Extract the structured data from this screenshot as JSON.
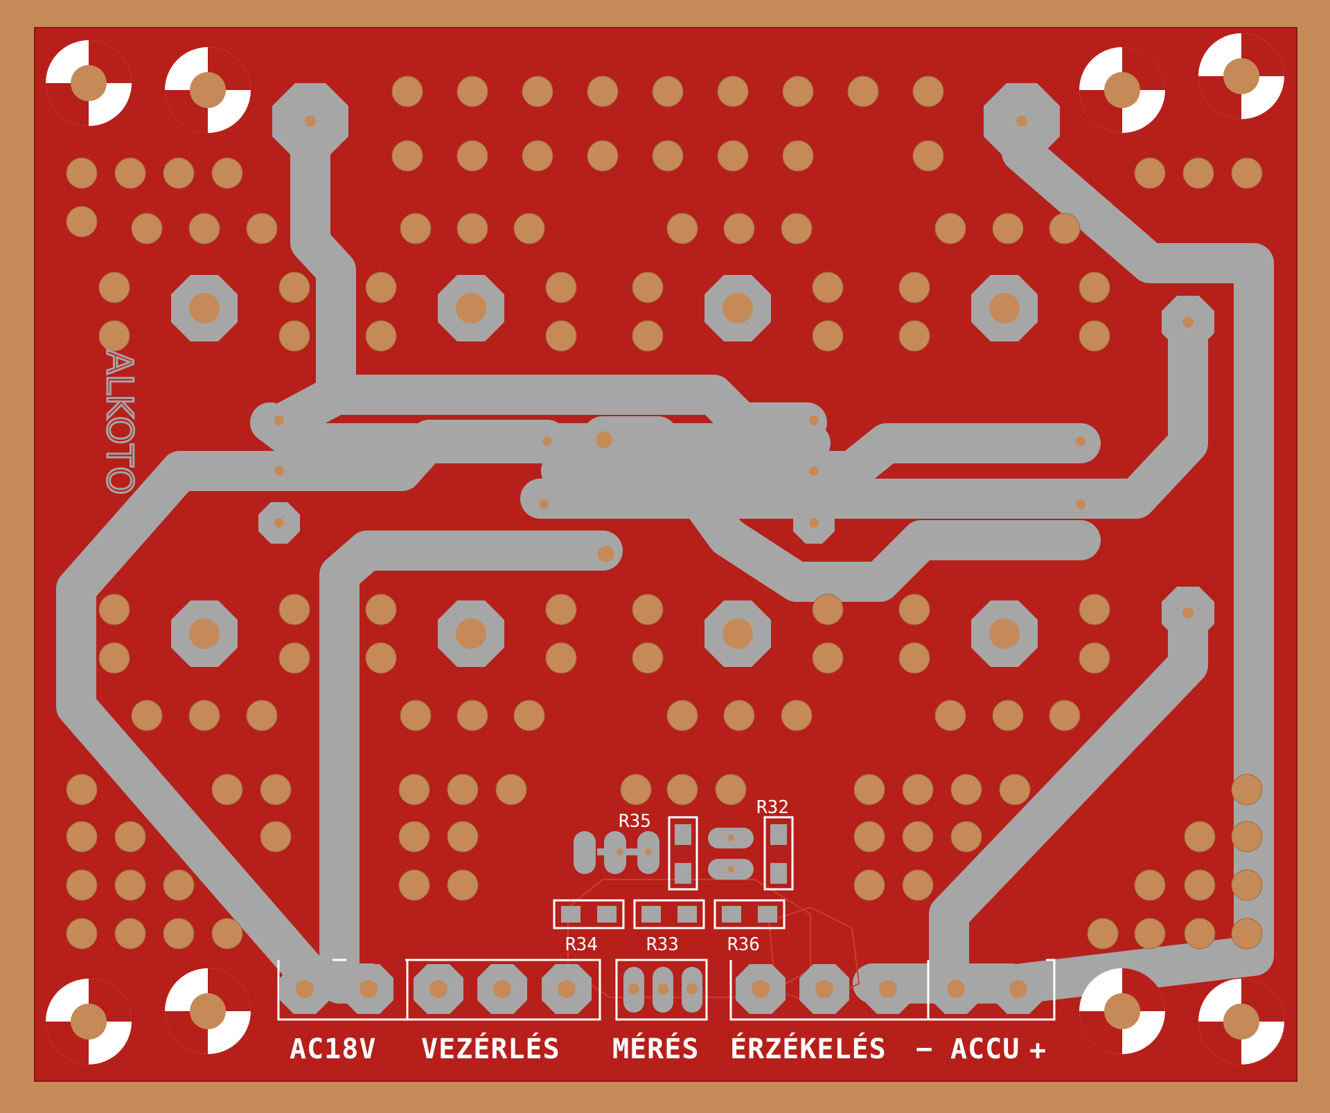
{
  "board": {
    "colors": {
      "substrate": "#c58a58",
      "soldermask": "#b71f1a",
      "copper_trace": "#a6a6a6",
      "pad_copper": "#c58a58",
      "silkscreen": "#ffffff"
    },
    "logo_text": "ALKOTO",
    "connector_labels": {
      "ac": "AC18V",
      "control": "VEZÉRLÉS",
      "measure": "MÉRÉS",
      "sense": "ÉRZÉKELÉS",
      "accu_minus": "−",
      "accu": "ACCU",
      "accu_plus": "+"
    },
    "resistors": {
      "r32": "R32",
      "r33": "R33",
      "r34": "R34",
      "r35": "R35",
      "r36": "R36"
    }
  }
}
